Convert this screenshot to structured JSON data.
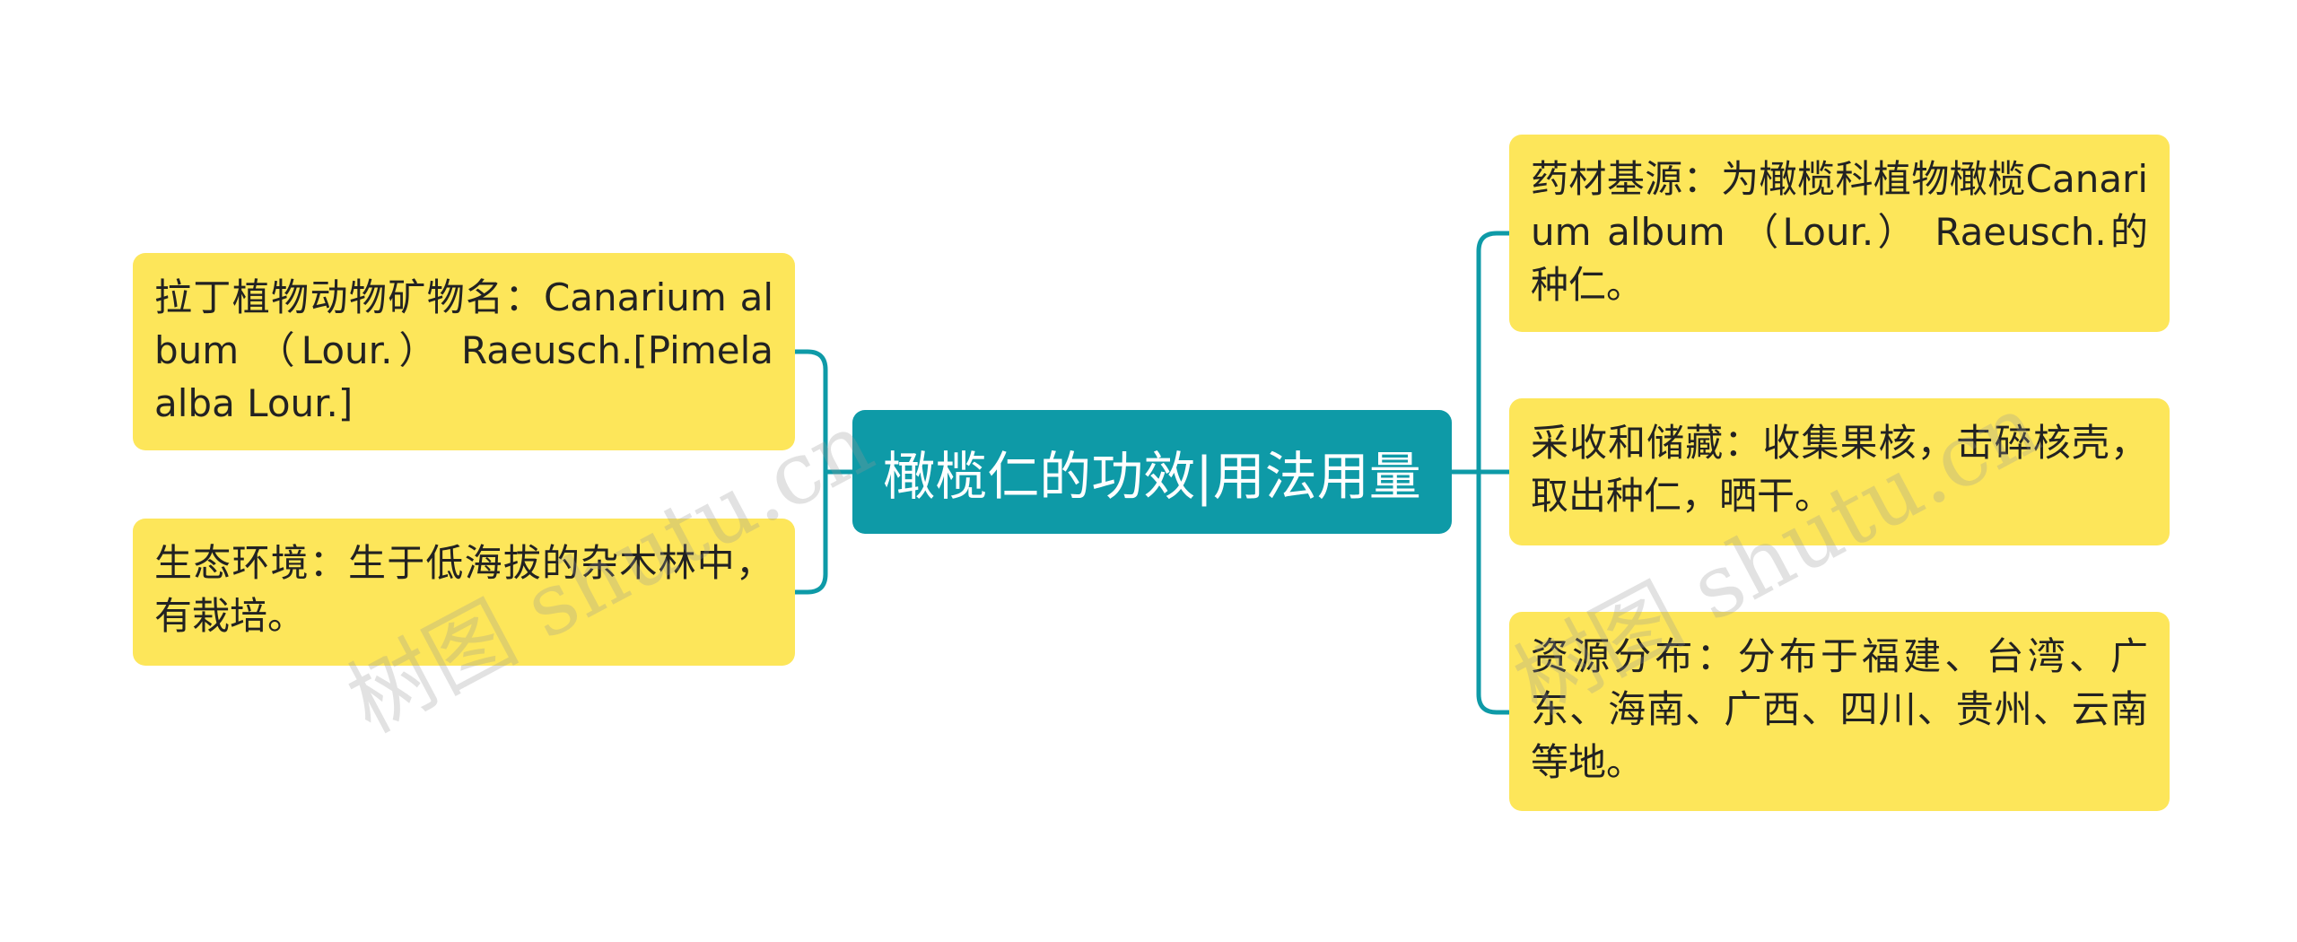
{
  "mindmap": {
    "center": {
      "label": "橄榄仁的功效|用法用量"
    },
    "left": [
      {
        "label": "拉丁植物动物矿物名：Canarium album （Lour.） Raeusch.[Pimela alba Lour.]"
      },
      {
        "label": "生态环境：生于低海拔的杂木林中，有栽培。"
      }
    ],
    "right": [
      {
        "label": "药材基源：为橄榄科植物橄榄Canarium album （Lour.） Raeusch.的种仁。"
      },
      {
        "label": "采收和储藏：收集果核，击碎核壳，取出种仁，晒干。"
      },
      {
        "label": "资源分布：分布于福建、台湾、广东、海南、广西、四川、贵州、云南等地。"
      }
    ]
  },
  "watermark": {
    "text": "树图 shutu.cn"
  },
  "colors": {
    "center_bg": "#0e9aa7",
    "leaf_bg": "#fde65a",
    "connector": "#0e9aa7"
  }
}
